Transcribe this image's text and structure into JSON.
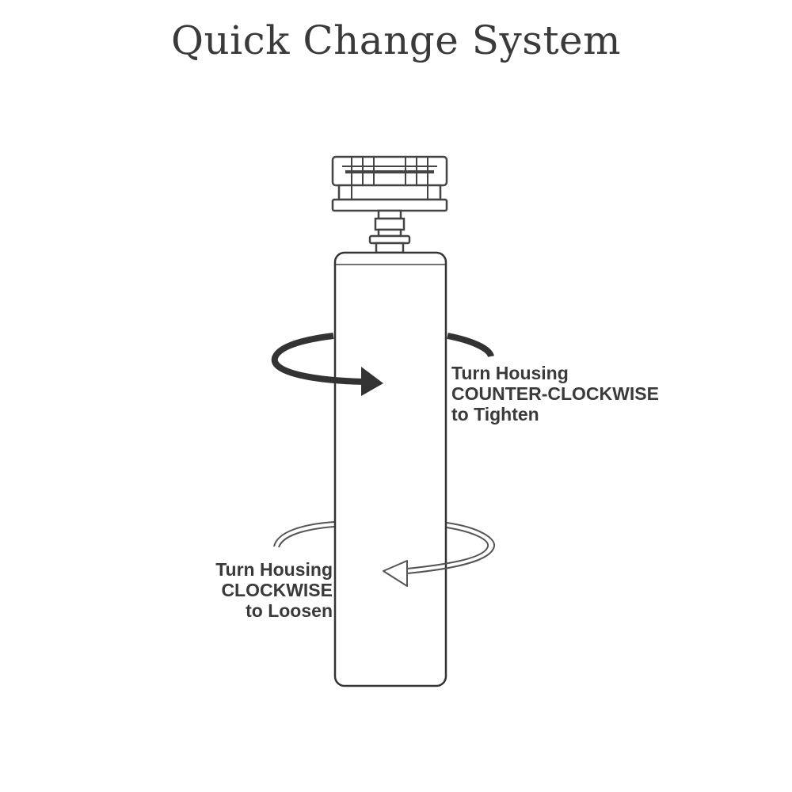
{
  "title": "Quick Change System",
  "tighten_label": {
    "line1": "Turn Housing",
    "line2": "COUNTER-CLOCKWISE",
    "line3": "to Tighten"
  },
  "loosen_label": {
    "line1": "Turn Housing",
    "line2": "CLOCKWISE",
    "line3": "to Loosen"
  },
  "colors": {
    "text": "#3a3a3a",
    "outline": "#333333",
    "thin_outline": "#555555"
  }
}
